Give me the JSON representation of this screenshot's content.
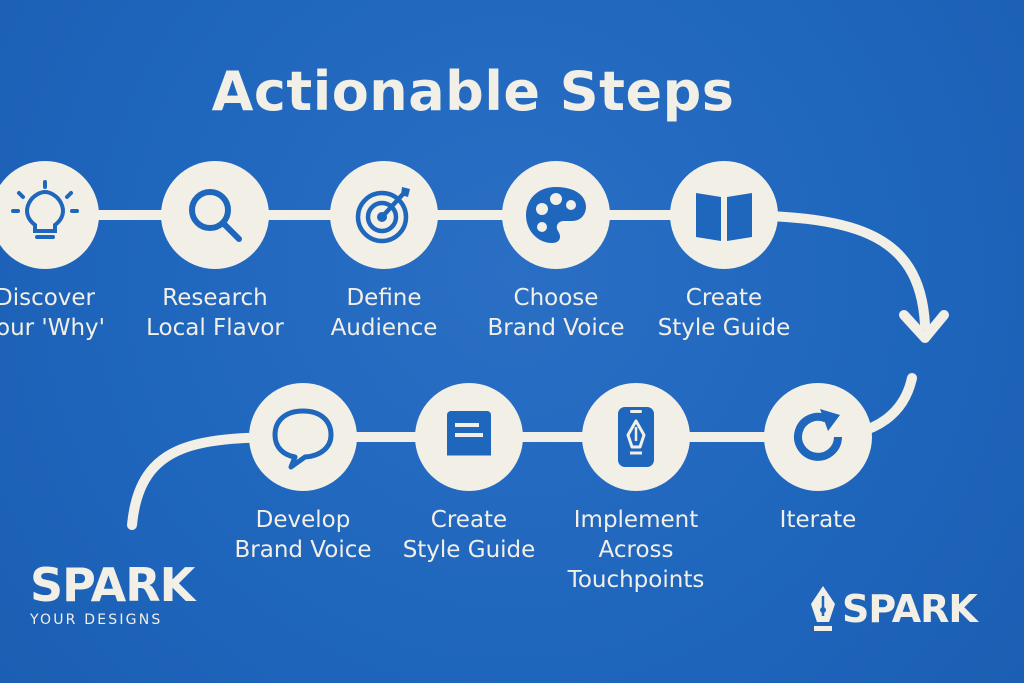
{
  "title": "Actionable Steps",
  "colors": {
    "background": "#1f66bd",
    "foreground": "#f2efe6"
  },
  "steps_row1": [
    {
      "icon": "lightbulb-icon",
      "line1": "Discover",
      "line2": "Your 'Why'"
    },
    {
      "icon": "magnifier-icon",
      "line1": "Research",
      "line2": "Local Flavor"
    },
    {
      "icon": "target-icon",
      "line1": "Define",
      "line2": "Audience"
    },
    {
      "icon": "palette-icon",
      "line1": "Choose",
      "line2": "Brand Voice"
    },
    {
      "icon": "open-book-icon",
      "line1": "Create",
      "line2": "Style Guide"
    }
  ],
  "steps_row2": [
    {
      "icon": "speech-bubble-icon",
      "line1": "Develop",
      "line2": "Brand Voice"
    },
    {
      "icon": "document-icon",
      "line1": "Create",
      "line2": "Style Guide"
    },
    {
      "icon": "phone-pen-icon",
      "line1": "Implement",
      "line2": "Across",
      "line3": "Touchpoints"
    },
    {
      "icon": "refresh-icon",
      "line1": "Iterate"
    }
  ],
  "brand_left": {
    "word": "SPARK",
    "tagline": "YOUR DESIGNS"
  },
  "brand_right": {
    "word": "SPARK",
    "icon": "pen-nib-icon"
  }
}
